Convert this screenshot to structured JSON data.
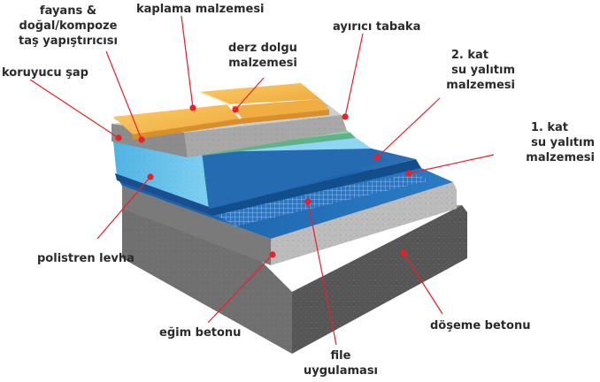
{
  "labels": {
    "fayans": [
      "fayans &",
      "doğal/kompoze",
      "taş yapıştırıcısı"
    ],
    "kaplama": "kaplama malzemesi",
    "ayirici": "ayırıcı tabaka",
    "derz": [
      "derz dolgu",
      "malzemesi"
    ],
    "koruyucu": "koruyucu şap",
    "kat2": [
      "2. kat",
      "su yalıtım",
      "malzemesi"
    ],
    "kat1": [
      "1. kat",
      "su yalıtım",
      "malzemesi"
    ],
    "polistren": "polistren levha",
    "egim": "eğim betonu",
    "doseme": "döşeme betonu",
    "file": [
      "file",
      "uygulaması"
    ]
  },
  "colors": {
    "leader": "#e8202a",
    "tile": "#f3b64d",
    "concrete": "#8a8a8a",
    "blue_membrane": "#1f68b0",
    "polystyrene": "#54b8e6",
    "separator": "#7fc9a0"
  }
}
